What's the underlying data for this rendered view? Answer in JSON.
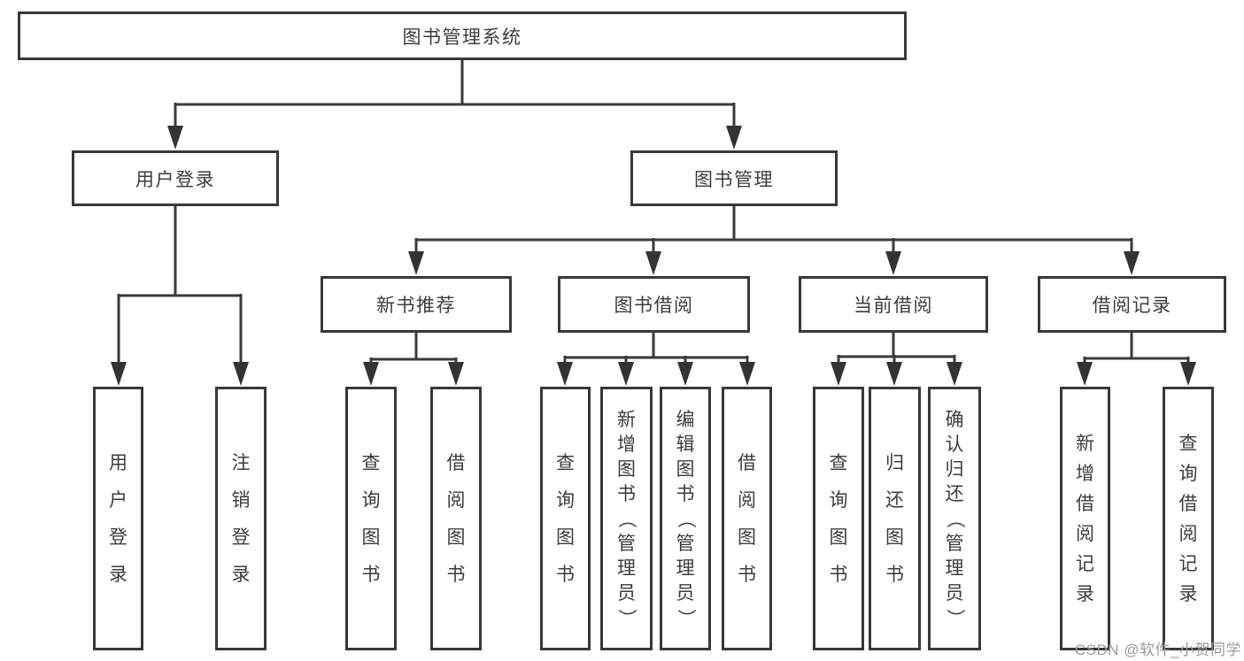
{
  "tree": {
    "label": "图书管理系统",
    "children": [
      {
        "label": "用户登录",
        "children": [
          {
            "label": "用户登录"
          },
          {
            "label": "注销登录"
          }
        ]
      },
      {
        "label": "图书管理",
        "children": [
          {
            "label": "新书推荐",
            "children": [
              {
                "label": "查询图书"
              },
              {
                "label": "借阅图书"
              }
            ]
          },
          {
            "label": "图书借阅",
            "children": [
              {
                "label": "查询图书"
              },
              {
                "label": "新增图书（管理员）"
              },
              {
                "label": "编辑图书（管理员）"
              },
              {
                "label": "借阅图书"
              }
            ]
          },
          {
            "label": "当前借阅",
            "children": [
              {
                "label": "查询图书"
              },
              {
                "label": "归还图书"
              },
              {
                "label": "确认归还（管理员）"
              }
            ]
          },
          {
            "label": "借阅记录",
            "children": [
              {
                "label": "新增借阅记录"
              },
              {
                "label": "查询借阅记录"
              }
            ]
          }
        ]
      }
    ]
  },
  "watermark": "CSDN @软件_小贺同学",
  "colors": {
    "line": "#3a3a3a",
    "border": "#383838",
    "text": "#3c3c3c",
    "watermark_text": "#9b9b9b",
    "background": "#ffffff"
  }
}
